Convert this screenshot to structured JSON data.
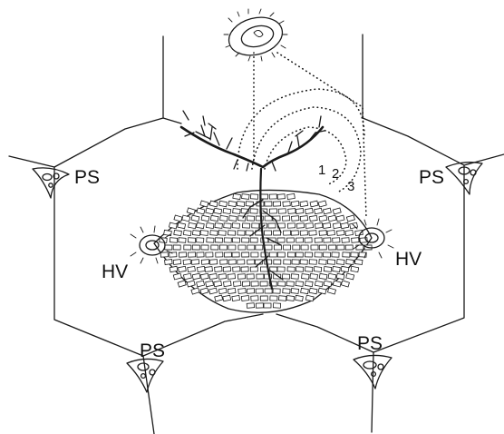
{
  "labels": {
    "portal_space": "PS",
    "hepatic_vein": "HV",
    "zone_1": "1",
    "zone_2": "2",
    "zone_3": "3"
  },
  "colors": {
    "ink": "#1a1a1a",
    "paper": "#ffffff"
  }
}
